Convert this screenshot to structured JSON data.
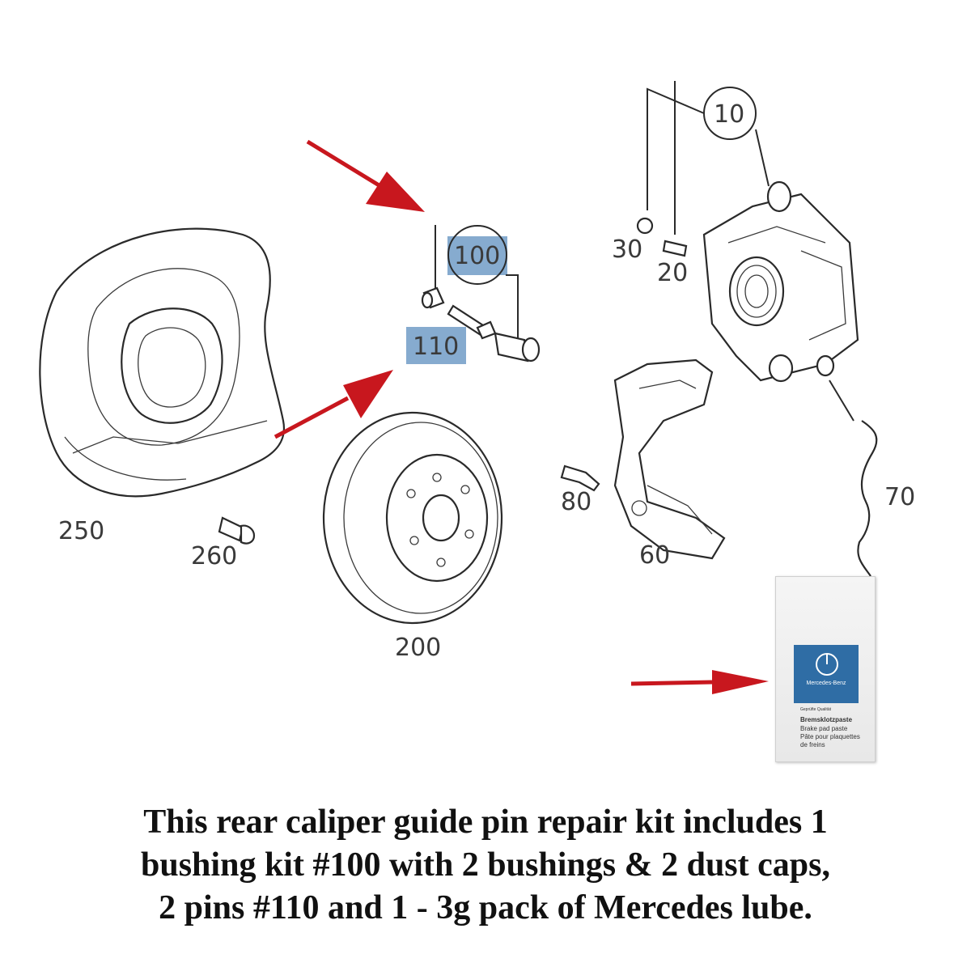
{
  "callouts": {
    "c10": "10",
    "c20": "20",
    "c30": "30",
    "c60": "60",
    "c70": "70",
    "c80": "80",
    "c100": "100",
    "c110": "110",
    "c200": "200",
    "c250": "250",
    "c260": "260"
  },
  "packet": {
    "brand": "Mercedes-Benz",
    "small": "Geprüfte Qualität",
    "title": "Bremsklotzpaste",
    "line1": "Brake pad paste",
    "line2": "Pâte pour plaquettes",
    "line3": "de freins"
  },
  "caption": {
    "line1": "This rear caliper guide pin repair kit includes 1",
    "line2": "bushing kit #100 with 2 bushings & 2 dust caps,",
    "line3": "2 pins #110 and 1 - 3g pack of Mercedes lube."
  },
  "colors": {
    "arrow": "#c8171e",
    "highlight": "#5d8fbf",
    "logo": "#2f6da5"
  }
}
